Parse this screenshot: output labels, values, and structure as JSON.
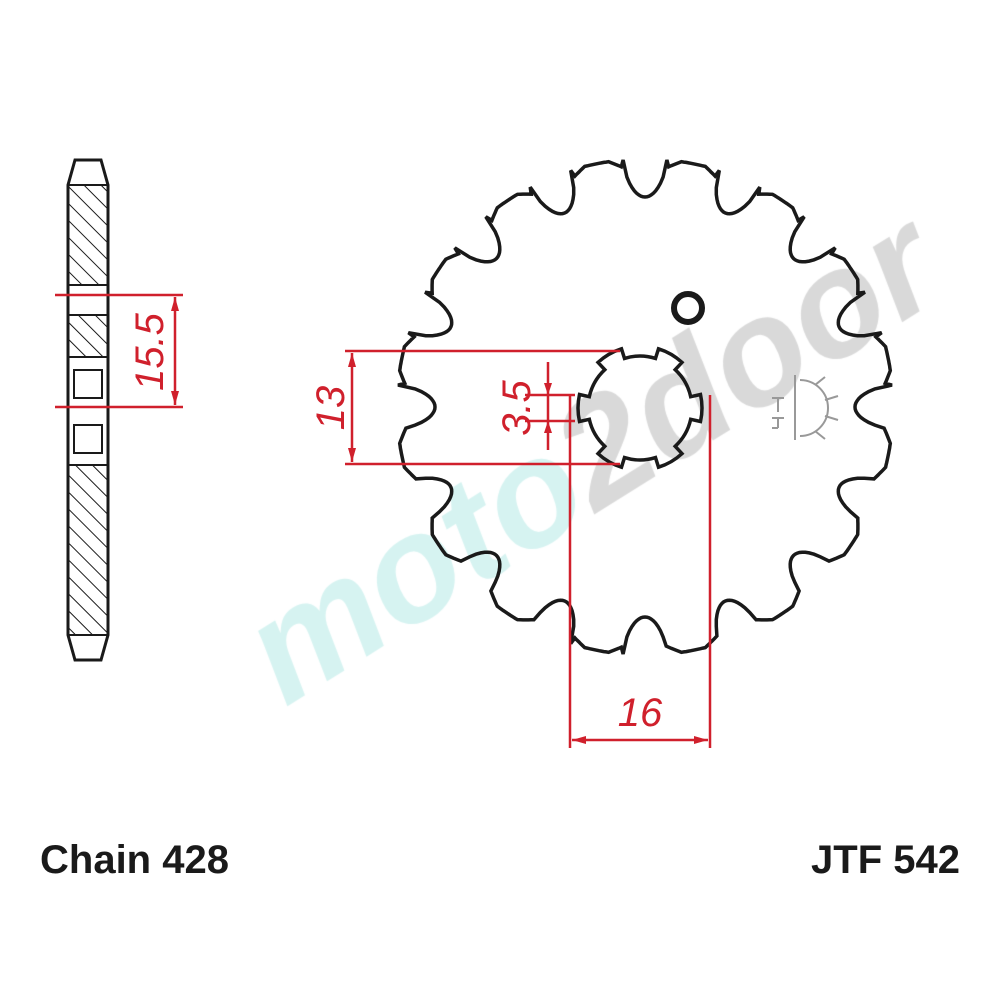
{
  "diagram": {
    "chain_label": "Chain 428",
    "part_number": "JTF 542",
    "dimensions": {
      "side_width": "15.5",
      "spline_diameter": "13",
      "key_width": "3.5",
      "spline_outer": "16"
    },
    "teeth": 16,
    "watermark": "moto2door",
    "colors": {
      "outline": "#1a1a1a",
      "dimension": "#d0202c",
      "watermark_cyan": "#d6f3f1",
      "watermark_gray": "#d9d9d9"
    }
  }
}
